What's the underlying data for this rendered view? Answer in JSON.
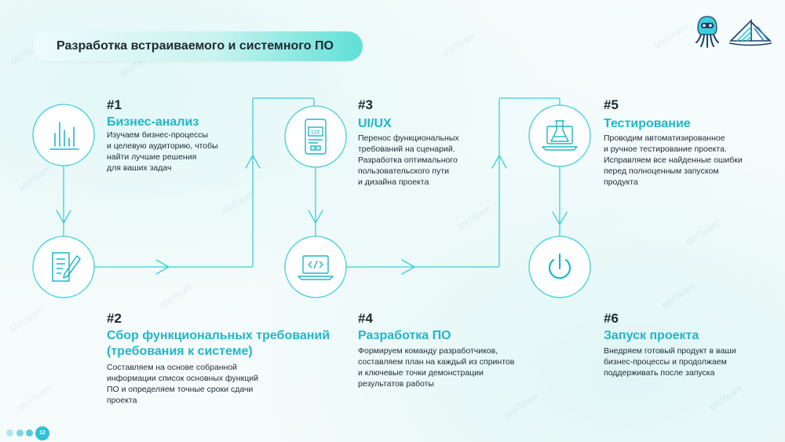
{
  "header": {
    "title": "Разработка встраиваемого и системного ПО"
  },
  "watermark": "MirlTeam",
  "page_number": "12",
  "steps": [
    {
      "num": "#1",
      "title": "Бизнес-анализ",
      "desc": [
        "Изучаем бизнес-процессы",
        "и целевую аудиторию, чтобы",
        "найти лучшие решения",
        "для ваших задач"
      ],
      "icon": "bar-chart-icon"
    },
    {
      "num": "#2",
      "title": [
        "Сбор функциональных требований",
        "(требования к системе)"
      ],
      "desc": [
        "Составляем на основе собранной",
        "информации список основных функций",
        "ПО и определяем точные сроки сдачи",
        "проекта"
      ],
      "icon": "document-pen-icon"
    },
    {
      "num": "#3",
      "title": "UI/UX",
      "desc": [
        "Перенос функциональных",
        "требований на сценарий.",
        "Разработка оптимального",
        "пользовательского пути",
        "и дизайна проекта"
      ],
      "icon": "ux-phone-icon"
    },
    {
      "num": "#4",
      "title": "Разработка ПО",
      "desc": [
        "Формируем команду разработчиков,",
        "составляем план на каждый из спринтов",
        "и ключевые точки демонстрации",
        "результатов работы"
      ],
      "icon": "code-laptop-icon"
    },
    {
      "num": "#5",
      "title": "Тестирование",
      "desc": [
        "Проводим автоматизированное",
        "и ручное тестирование проекта.",
        "Исправляем все найденные ошибки",
        "перед полноценным запуском",
        "продукта"
      ],
      "icon": "flask-laptop-icon"
    },
    {
      "num": "#6",
      "title": "Запуск проекта",
      "desc": [
        "Внедряем готовый продукт в ваши",
        "бизнес-процессы и продолжаем",
        "поддерживать после запуска"
      ],
      "icon": "power-icon"
    }
  ],
  "colors": {
    "accent": "#1fb7c8",
    "line": "#3ccfd8"
  }
}
